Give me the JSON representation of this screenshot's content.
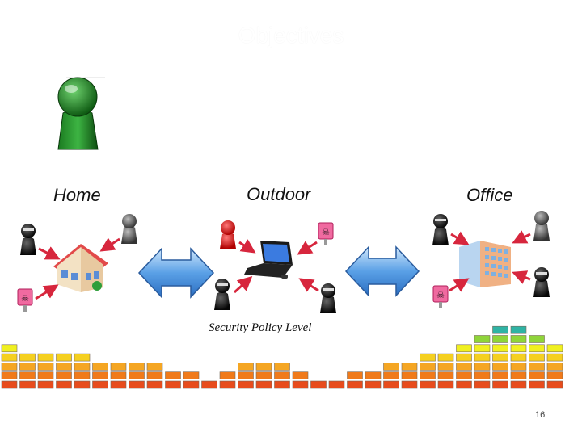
{
  "slide": {
    "title": "Objectives",
    "page_number": "16"
  },
  "locations": {
    "home": "Home",
    "outdoor": "Outdoor",
    "office": "Office"
  },
  "caption": "Security Policy Level",
  "security_levels": [
    5,
    4,
    4,
    4,
    4,
    3,
    3,
    3,
    3,
    2,
    2,
    1,
    2,
    3,
    3,
    3,
    2,
    1,
    1,
    2,
    2,
    3,
    3,
    4,
    4,
    5,
    6,
    7,
    7,
    6,
    5
  ],
  "level_colors": [
    "#e74c1c",
    "#f07a1a",
    "#f5a623",
    "#f5d020",
    "#f0f020",
    "#8fd43a",
    "#2fb3a4",
    "#3a7bd5"
  ]
}
